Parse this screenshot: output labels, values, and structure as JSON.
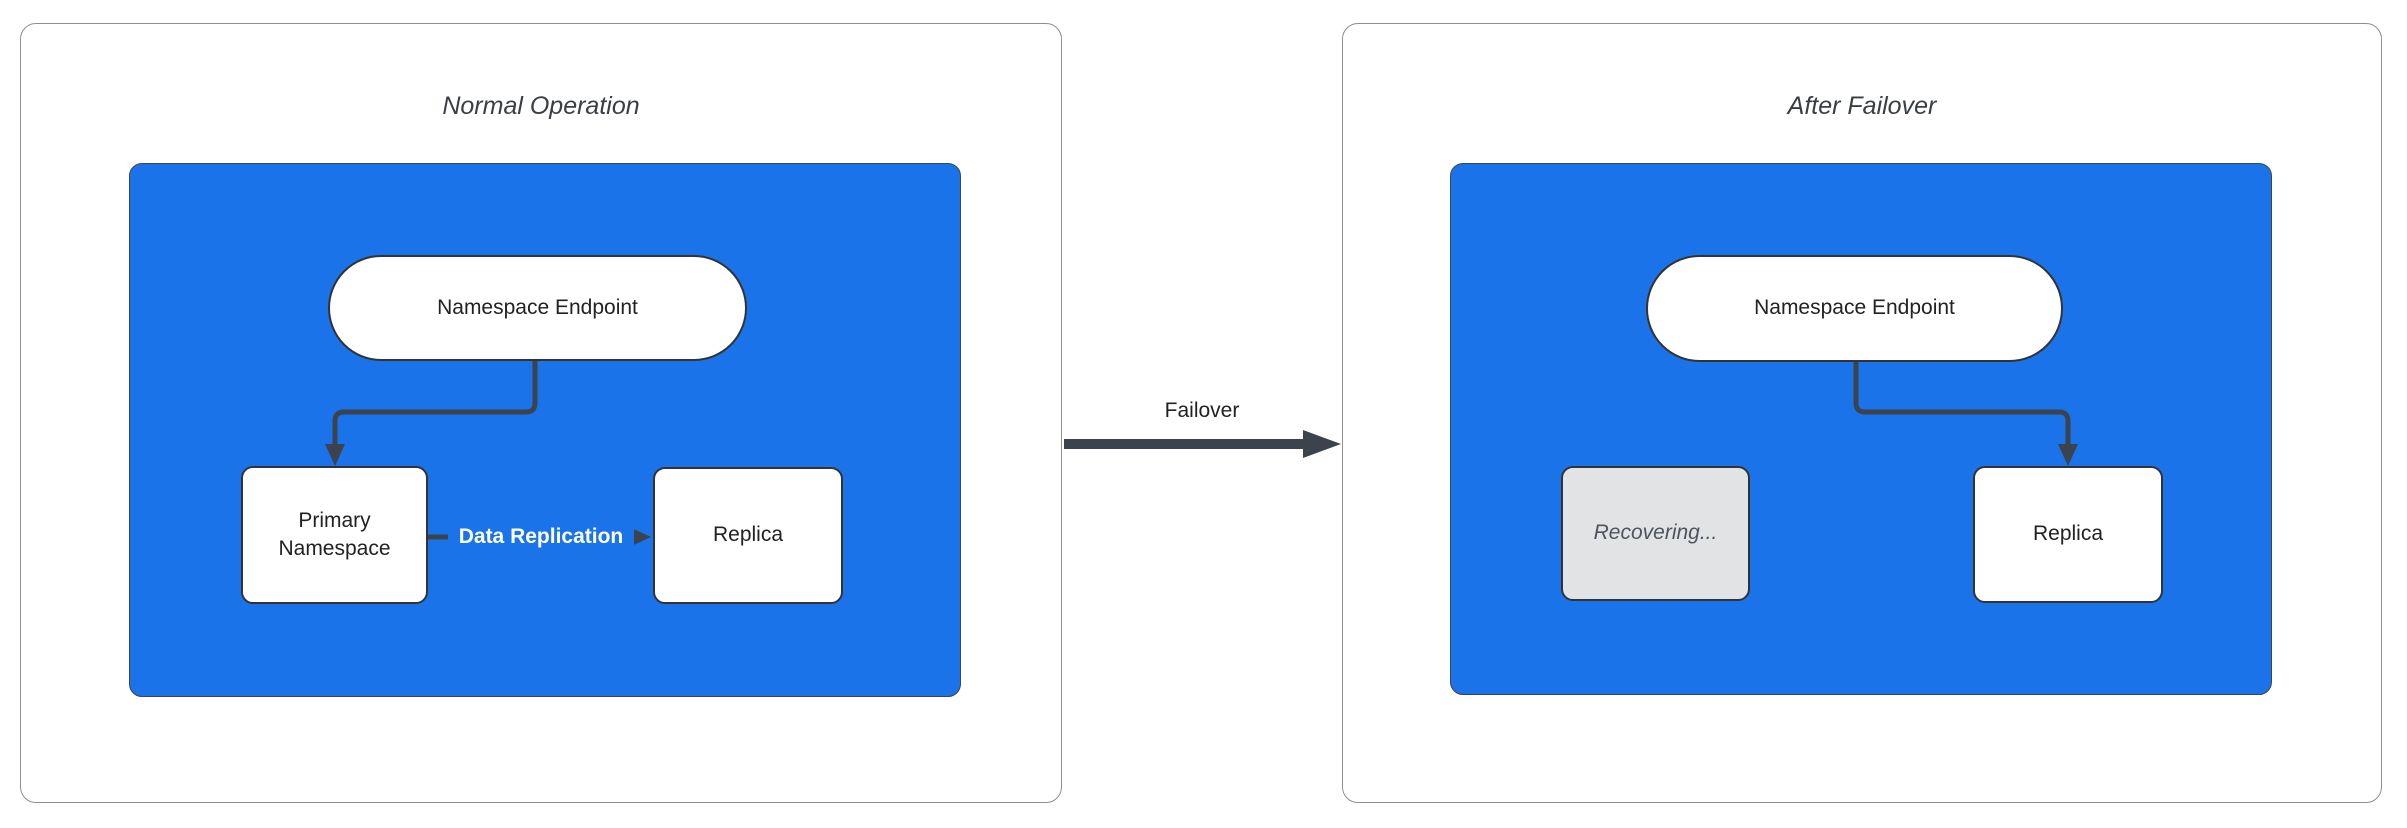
{
  "panels": [
    {
      "title": "Normal Operation",
      "nodes": [
        {
          "id": "namespace-endpoint",
          "label": "Namespace Endpoint",
          "shape": "stadium",
          "state": "active"
        },
        {
          "id": "primary-namespace",
          "label": "Primary Namespace",
          "shape": "rect",
          "state": "active"
        },
        {
          "id": "replica",
          "label": "Replica",
          "shape": "rect",
          "state": "active"
        }
      ],
      "edges": [
        {
          "from": "namespace-endpoint",
          "to": "primary-namespace",
          "label": ""
        },
        {
          "from": "primary-namespace",
          "to": "replica",
          "label": "Data Replication"
        }
      ]
    },
    {
      "title": "After Failover",
      "nodes": [
        {
          "id": "namespace-endpoint",
          "label": "Namespace Endpoint",
          "shape": "stadium",
          "state": "active"
        },
        {
          "id": "recovering",
          "label": "Recovering...",
          "shape": "rect",
          "state": "inactive"
        },
        {
          "id": "replica",
          "label": "Replica",
          "shape": "rect",
          "state": "active"
        }
      ],
      "edges": [
        {
          "from": "namespace-endpoint",
          "to": "replica",
          "label": ""
        }
      ]
    }
  ],
  "transition": {
    "label": "Failover"
  },
  "colors": {
    "container_fill": "#1a73e8",
    "node_fill": "#ffffff",
    "node_border": "#333333",
    "inactive_fill": "#e2e3e5",
    "inactive_text": "#4e545c",
    "edge_stroke": "#3c434d",
    "edge_label_text": "#ffffff",
    "panel_border": "#8f8f8f",
    "title_text": "#3a3f46"
  }
}
